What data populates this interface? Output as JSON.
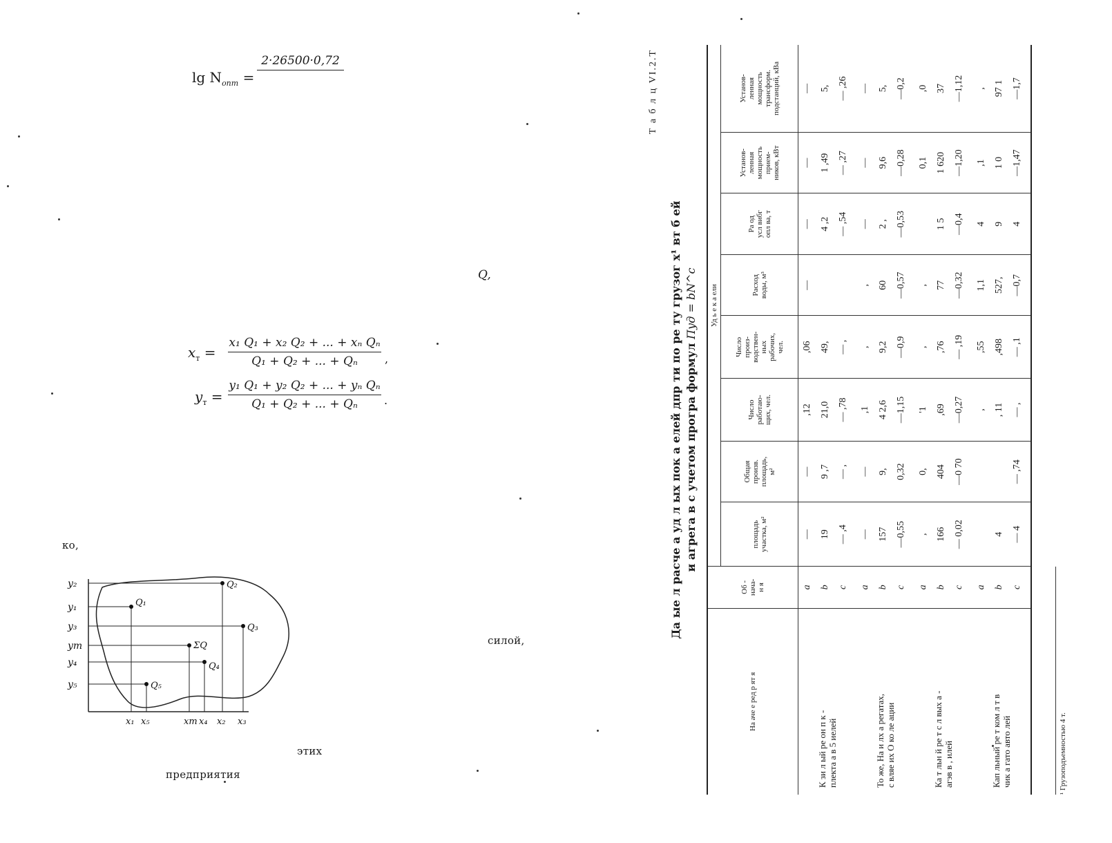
{
  "left_page": {
    "formula1": {
      "lhs": "lg N",
      "lhs_sub": "опт",
      "eq": "=",
      "numerator": "2·26500·0,72",
      "denominator": ""
    },
    "formula2": {
      "lhs": "x",
      "lhs_sub": "т",
      "eq": "=",
      "numerator": "x₁ Q₁ + x₂ Q₂ + ... + xₙ Qₙ",
      "denominator": "Q₁ + Q₂ + ... + Qₙ",
      "tail": ","
    },
    "formula3": {
      "lhs": "y",
      "lhs_sub": "т",
      "eq": "=",
      "numerator": "y₁ Q₁ + y₂ Q₂ + ... + yₙ Qₙ",
      "denominator": "Q₁ + Q₂ + ... + Qₙ",
      "tail": "."
    },
    "words": {
      "ko": "ко,",
      "q": "Q,",
      "siloy": "силой,",
      "etih": "этих",
      "predpriyatiya": "предприятия"
    },
    "figure": {
      "y_labels": [
        "y₂",
        "y₁",
        "y₃",
        "yт",
        "y₄",
        "y₅"
      ],
      "x_labels": [
        "x₁",
        "x₅",
        "xт",
        "x₄",
        "x₂",
        "x₃"
      ],
      "points": [
        "Q₁",
        "Q₂",
        "Q₃",
        "ΣQ",
        "Q₄",
        "Q₅"
      ]
    }
  },
  "table": {
    "number": "Т а б л  ц   VI.2.Т",
    "title_line1": "Да    ые    л   расче  а  уд  л    ых  пок а   елей     дпр    ти  по  ре     ту  грузог  х¹   вт     б   ей",
    "title_line2": "и    агрега    в  с  учетом  програ     формул",
    "title_formula": "Пуд = bN^c",
    "head": {
      "name": "На    аче   е   ред  р  ят  я",
      "code": "Об -\nнача-\nн  я",
      "group": "Уд   ь    е   к   а  ели",
      "cols": [
        "площадь\nучастка, м²",
        "Общая\nпроизв.\nплощадь,\nм²",
        "Число\nработаю-\nщих, чел.",
        "Число\nпроиз-\nводствен-\nных\nрабочих,\nчел.",
        "Расход\nводы, м³",
        "Ра   од\nусл вибг\nопл ва, т",
        "Установ-\nленная\nмощность\nприем-\nников, кВт",
        "Установ-\nленная\nмощность\nтрансформ.\nподстанций, кВа"
      ]
    },
    "rows": [
      {
        "name": "К  зи  л  ый   ре  он    п   к  -\nплекта  а   в   5 иелей",
        "code": "a",
        "vals": [
          "—",
          "—",
          ",12",
          ",06",
          "—",
          "—",
          "—",
          "—"
        ]
      },
      {
        "name": "",
        "code": "b",
        "vals": [
          "19",
          "9 ,7",
          "21,0",
          "49,",
          "",
          "4 ,2",
          "1 ,49",
          "5,"
        ]
      },
      {
        "name": "",
        "code": "c",
        "vals": [
          "— ,4",
          "— ,",
          "— ,78",
          "— ,",
          "",
          "— ,54",
          "— ,27",
          "— ,26"
        ]
      },
      {
        "name": "То  же,  На  и   лх  а  регатах,\nс  вляе  их  О  ко  ле   ации",
        "code": "a",
        "vals": [
          "—",
          "—",
          ",1",
          ",",
          ",",
          "—",
          "—",
          "—"
        ]
      },
      {
        "name": "",
        "code": "b",
        "vals": [
          "157",
          "9,",
          "4 2,6",
          "9,2",
          "60",
          "2 ,",
          "9,6",
          "5,"
        ]
      },
      {
        "name": "",
        "code": "c",
        "vals": [
          "—0,55",
          "0,32",
          "—1,15",
          "—0,9",
          "—0,57",
          "—0,53",
          "—0,28",
          "—0,2"
        ]
      },
      {
        "name": "Ка   т  льн  й  ре    т   с  л  вых  а -\nагэв  в  ,   илей",
        "code": "a",
        "vals": [
          ",",
          "0,",
          "'1",
          ",",
          ",",
          "",
          "0,1",
          ",0"
        ]
      },
      {
        "name": "",
        "code": "b",
        "vals": [
          "166",
          "404",
          ",69",
          ",76",
          "77",
          "1 5",
          "1 620",
          "37"
        ]
      },
      {
        "name": "",
        "code": "c",
        "vals": [
          "— 0,02",
          "—0 70",
          "—0,27",
          "— ,19",
          "—0,32",
          "—0,4",
          "—1,20",
          "—1,12"
        ]
      },
      {
        "name": "Кап    льный   ре   т   ком  л   т  в\nчик  а    гато  авто   лей",
        "code": "a",
        "vals": [
          "",
          "",
          ",",
          ",55",
          "1,1",
          "4",
          ",1",
          ","
        ]
      },
      {
        "name": "",
        "code": "b",
        "vals": [
          "4",
          "",
          ", 11",
          ",498",
          "527,",
          "9",
          "1  0",
          "97  1"
        ]
      },
      {
        "name": "",
        "code": "c",
        "vals": [
          "— 4",
          "— ,74",
          "— ,",
          "— ,1",
          "—0,7",
          "4",
          "—1,47",
          "—1,7"
        ]
      }
    ],
    "footnote": "¹ Грузоподъемностью 4 т."
  }
}
